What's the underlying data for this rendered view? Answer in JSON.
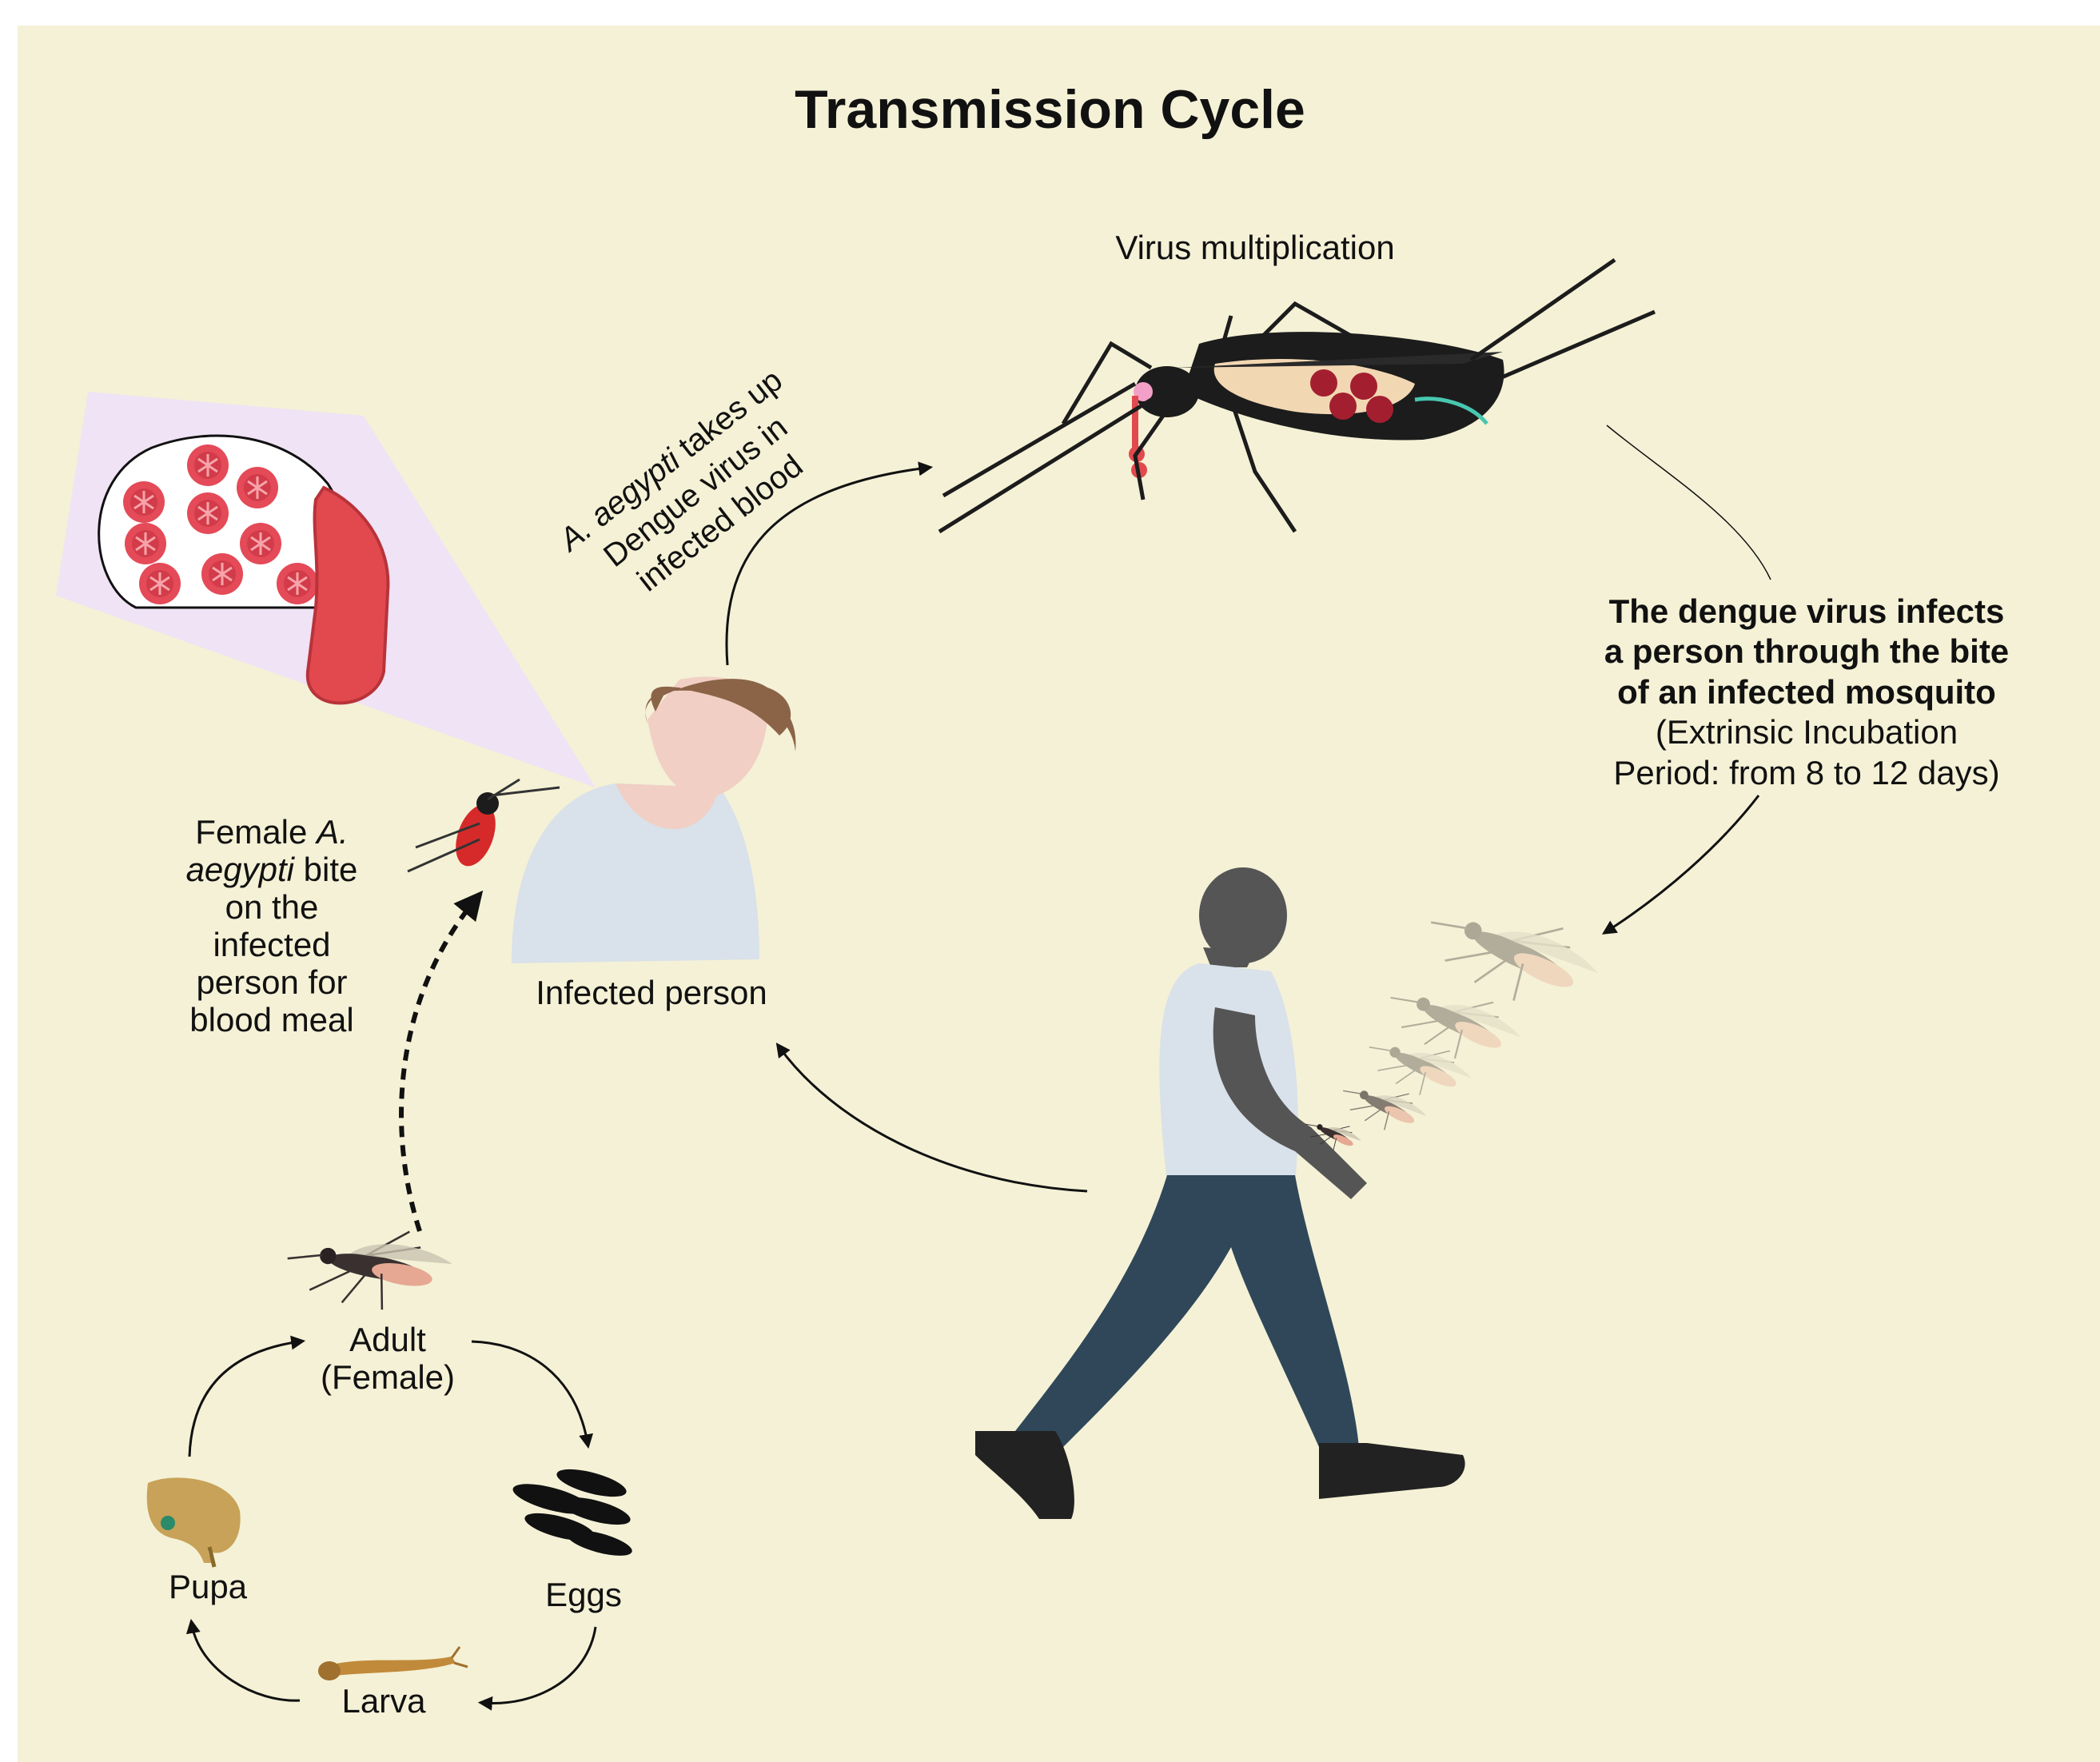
{
  "title": "Transmission Cycle",
  "colors": {
    "background": "#f4f1d6",
    "magnify": "#efe3f5",
    "blood_vessel": "#e2494e",
    "virus": "#e44a57",
    "mosquito_body": "#1c1c1c",
    "shirt": "#d9e1ea",
    "pants": "#2f4759",
    "skin_dark": "#555555"
  },
  "labels": {
    "virus_multiplication": "Virus multiplication",
    "takes_up_line1_italic": "A. aegypti",
    "takes_up_line1_rest": " takes up",
    "takes_up_line2": "Dengue virus in",
    "takes_up_line3": "infected blood",
    "infects_line1": "The dengue virus infects",
    "infects_line2": "a person through the bite",
    "infects_line3": "of an infected mosquito",
    "infects_line4": "(Extrinsic Incubation",
    "infects_line5": "Period: from 8 to 12 days)",
    "bite_line1_prefix": "Female ",
    "bite_line1_italic": "A.",
    "bite_line2_italic": "aegypti",
    "bite_line2_rest": " bite",
    "bite_line3": "on the",
    "bite_line4": "infected",
    "bite_line5": "person for",
    "bite_line6": "blood meal",
    "infected_person": "Infected person",
    "adult_line1": "Adult",
    "adult_line2": "(Female)",
    "eggs": "Eggs",
    "larva": "Larva",
    "pupa": "Pupa"
  },
  "icons": [
    "mosquito-icon",
    "virus-particle-icon",
    "blood-vessel-icon",
    "sick-person-icon",
    "walking-person-icon",
    "eggs-icon",
    "larva-icon",
    "pupa-icon",
    "cycle-arrow-icon"
  ]
}
